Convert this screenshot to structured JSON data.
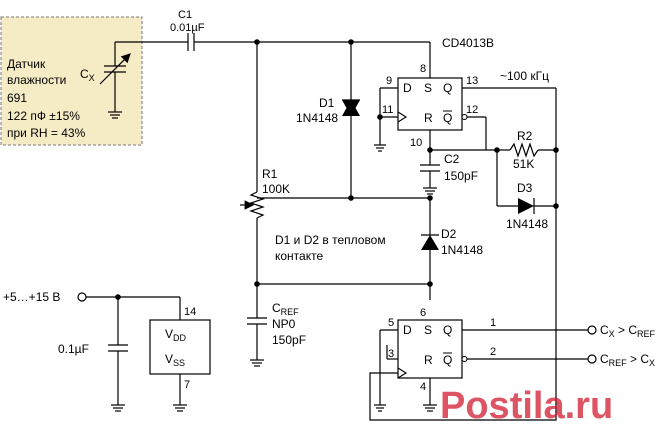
{
  "sensor": {
    "line1": "Датчик",
    "line2": "влажности",
    "line3": "691",
    "line4": "122 пФ ±15%",
    "line5": "при RH = 43%",
    "cap_main": "C",
    "cap_sub": "X"
  },
  "c1": {
    "name": "C1",
    "value": "0.01µF"
  },
  "chip": {
    "name": "CD4013B"
  },
  "freq": "~100 кГц",
  "d1": {
    "name": "D1",
    "part": "1N4148"
  },
  "d2": {
    "name": "D2",
    "part": "1N4148"
  },
  "d3": {
    "name": "D3",
    "part": "1N4148"
  },
  "r1": {
    "name": "R1",
    "value": "100K"
  },
  "r2": {
    "name": "R2",
    "value": "51K"
  },
  "c2": {
    "name": "C2",
    "value": "150pF"
  },
  "cref": {
    "main": "C",
    "sub": "REF",
    "type": "NP0",
    "value": "150pF"
  },
  "note": {
    "line1": "D1 и D2 в тепловом",
    "line2": "контакте"
  },
  "power": {
    "label": "+5…+15 В",
    "cap": "0.1µF"
  },
  "supply_box": {
    "vdd_main": "V",
    "vdd_sub": "DD",
    "vss_main": "V",
    "vss_sub": "SS"
  },
  "pins": {
    "p14": "14",
    "p7": "7",
    "p8": "8",
    "p9": "9",
    "p11": "11",
    "p10": "10",
    "p13": "13",
    "p12": "12",
    "p6": "6",
    "p5": "5",
    "p3": "3",
    "p4": "4",
    "p1": "1",
    "p2": "2"
  },
  "ff": {
    "d": "D",
    "s": "S",
    "r": "R",
    "q": "Q",
    "qbar": "Q"
  },
  "outputs": {
    "o1": {
      "c": "C",
      "x": "X",
      "op": " > ",
      "ref_c": "C",
      "ref": "REF"
    },
    "o2": {
      "c": "C",
      "ref": "REF",
      "op": " > ",
      "x_c": "C",
      "x": "X"
    }
  },
  "watermark": "Postila.ru",
  "colors": {
    "sensor_bg": "#f5ecc6",
    "sensor_border": "#7a7a7a",
    "line": "#000000",
    "watermark": "#d0152a"
  }
}
